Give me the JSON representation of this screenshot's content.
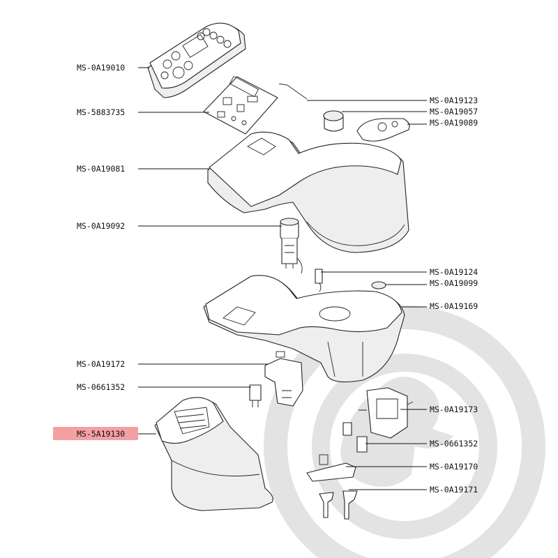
{
  "diagram": {
    "background_color": "#ffffff",
    "line_color": "#111111",
    "highlight_color": "#f4a0a3",
    "watermark_color": "#e3e3e3",
    "watermark_kind": "duck-logo-watermark",
    "labels_left": [
      {
        "id": "l1",
        "text": "MS-0A19010"
      },
      {
        "id": "l2",
        "text": "MS-5883735"
      },
      {
        "id": "l3",
        "text": "MS-0A19081"
      },
      {
        "id": "l4",
        "text": "MS-0A19092"
      },
      {
        "id": "l5",
        "text": "MS-0A19172"
      },
      {
        "id": "l6",
        "text": "MS-0661352"
      },
      {
        "id": "l7",
        "text": "MS-5A19130",
        "highlighted": true
      }
    ],
    "labels_right": [
      {
        "id": "r1",
        "text": "MS-0A19123"
      },
      {
        "id": "r2",
        "text": "MS-0A19057"
      },
      {
        "id": "r3",
        "text": "MS-0A19089"
      },
      {
        "id": "r4",
        "text": "MS-0A19124"
      },
      {
        "id": "r5",
        "text": "MS-0A19099"
      },
      {
        "id": "r6",
        "text": "MS-0A19169"
      },
      {
        "id": "r7",
        "text": "MS-0A19173"
      },
      {
        "id": "r8",
        "text": "MS-0661352"
      },
      {
        "id": "r9",
        "text": "MS-0A19170"
      },
      {
        "id": "r10",
        "text": "MS-0A19171"
      }
    ]
  }
}
